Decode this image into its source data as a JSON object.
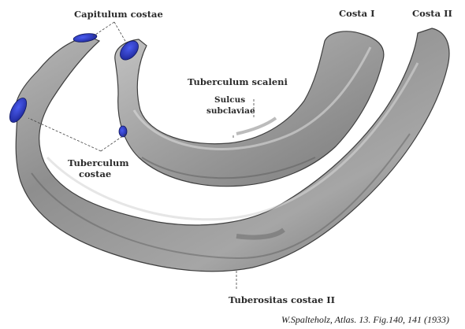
{
  "labels": {
    "capitulum": "Capitulum costae",
    "costa1": "Costa I",
    "costa2": "Costa II",
    "tuberculum_scaleni": "Tuberculum scaleni",
    "sulcus_line1": "Sulcus",
    "sulcus_line2": "subclaviae",
    "tuberculum_costae_line1": "Tuberculum",
    "tuberculum_costae_line2": "costae",
    "tuberositas": "Tuberositas costae II"
  },
  "caption": "W.Spalteholz, Atlas. 13. Fig.140, 141 (1933)",
  "colors": {
    "background": "#ffffff",
    "bone_dark": "#5e5e5e",
    "bone_mid": "#8c8c8c",
    "bone_light": "#c9c9c9",
    "articular_blue": "#2a36c8"
  }
}
